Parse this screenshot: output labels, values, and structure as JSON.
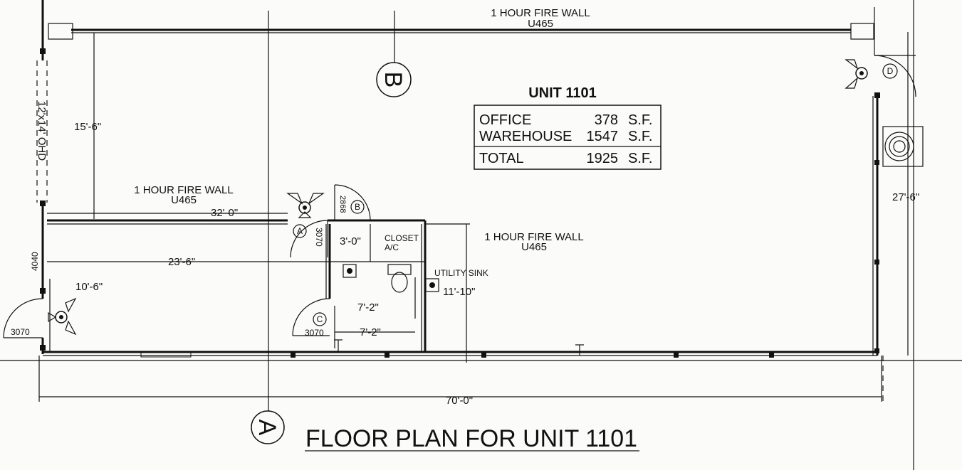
{
  "unit": {
    "title": "UNIT 1101",
    "rows": [
      {
        "name": "OFFICE",
        "value": "378",
        "unit": "S.F."
      },
      {
        "name": "WAREHOUSE",
        "value": "1547",
        "unit": "S.F."
      }
    ],
    "total": {
      "name": "TOTAL",
      "value": "1925",
      "unit": "S.F."
    }
  },
  "walls": {
    "top_label": "1 HOUR FIRE WALL",
    "top_code": "U465",
    "mid_label": "1 HOUR FIRE WALL",
    "mid_code": "U465",
    "right_label": "1 HOUR FIRE WALL",
    "right_code": "U465"
  },
  "dimensions": {
    "d_15_6": "15'-6\"",
    "d_32_0": "32'-0\"",
    "d_23_6": "23'-6\"",
    "d_10_6": "10'-6\"",
    "d_3_0": "3'-0\"",
    "d_7_2_a": "7'-2\"",
    "d_7_2_b": "7'-2\"",
    "d_11_10": "11'-10\"",
    "d_27_6": "27'-6\"",
    "d_70_0": "70'-0\""
  },
  "tags": {
    "ohd": "12'x14' OHD",
    "win_4040": "4040",
    "door_3070_left": "3070",
    "door_3070_c": "3070",
    "door_3070_a": "3070",
    "door_2868": "2868",
    "closet": "CLOSET",
    "ac": "A/C",
    "utility": "UTILITY SINK"
  },
  "markers": {
    "grid_b": "B",
    "grid_a": "A",
    "door_a": "A",
    "door_b": "B",
    "door_c": "C",
    "door_d": "D"
  },
  "caption": "FLOOR PLAN FOR UNIT 1101"
}
